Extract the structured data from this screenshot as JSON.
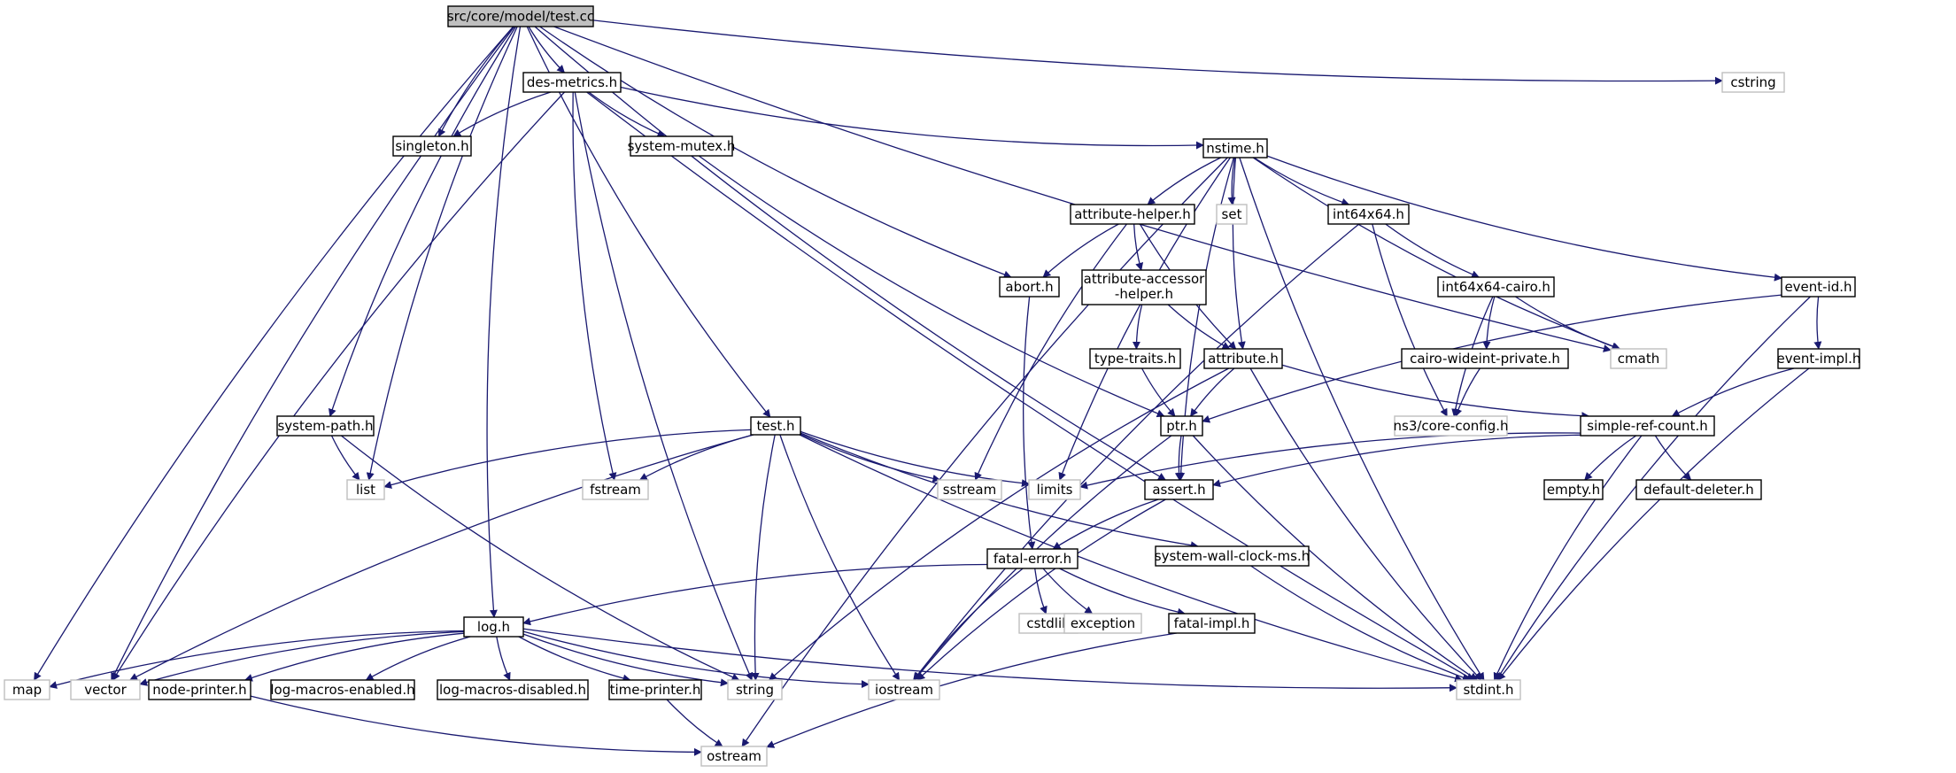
{
  "colors": {
    "edge": "#191970",
    "edge_arrow": "#191970",
    "node_border": "#000000",
    "system_node_border": "#bfbfbf",
    "root_fill": "#bfbfbf",
    "node_fill": "#ffffff",
    "text": "#000000"
  },
  "nodes": [
    {
      "id": "root",
      "label": "src/core/model/test.cc",
      "kind": "root"
    },
    {
      "id": "des-metrics",
      "label": "des-metrics.h",
      "kind": "local"
    },
    {
      "id": "singleton",
      "label": "singleton.h",
      "kind": "local"
    },
    {
      "id": "system-mutex",
      "label": "system-mutex.h",
      "kind": "local"
    },
    {
      "id": "nstime",
      "label": "nstime.h",
      "kind": "local"
    },
    {
      "id": "attribute-helper",
      "label": "attribute-helper.h",
      "kind": "local"
    },
    {
      "id": "set",
      "label": "set",
      "kind": "system"
    },
    {
      "id": "int64x64",
      "label": "int64x64.h",
      "kind": "local"
    },
    {
      "id": "event-id",
      "label": "event-id.h",
      "kind": "local"
    },
    {
      "id": "abort",
      "label": "abort.h",
      "kind": "local"
    },
    {
      "id": "attribute-accessor",
      "label": "attribute-accessor\n-helper.h",
      "kind": "local"
    },
    {
      "id": "int64x64-cairo",
      "label": "int64x64-cairo.h",
      "kind": "local"
    },
    {
      "id": "cmath",
      "label": "cmath",
      "kind": "system"
    },
    {
      "id": "type-traits",
      "label": "type-traits.h",
      "kind": "local"
    },
    {
      "id": "attribute",
      "label": "attribute.h",
      "kind": "local"
    },
    {
      "id": "cairo-wideint",
      "label": "cairo-wideint-private.h",
      "kind": "local"
    },
    {
      "id": "event-impl",
      "label": "event-impl.h",
      "kind": "local"
    },
    {
      "id": "system-path",
      "label": "system-path.h",
      "kind": "local"
    },
    {
      "id": "test-h",
      "label": "test.h",
      "kind": "local"
    },
    {
      "id": "ptr",
      "label": "ptr.h",
      "kind": "local"
    },
    {
      "id": "core-config",
      "label": "ns3/core-config.h",
      "kind": "system"
    },
    {
      "id": "simple-ref-count",
      "label": "simple-ref-count.h",
      "kind": "local"
    },
    {
      "id": "list",
      "label": "list",
      "kind": "system"
    },
    {
      "id": "fstream",
      "label": "fstream",
      "kind": "system"
    },
    {
      "id": "sstream",
      "label": "sstream",
      "kind": "system"
    },
    {
      "id": "limits",
      "label": "limits",
      "kind": "system"
    },
    {
      "id": "assert",
      "label": "assert.h",
      "kind": "local"
    },
    {
      "id": "empty",
      "label": "empty.h",
      "kind": "local"
    },
    {
      "id": "default-deleter",
      "label": "default-deleter.h",
      "kind": "local"
    },
    {
      "id": "fatal-error",
      "label": "fatal-error.h",
      "kind": "local"
    },
    {
      "id": "system-wall-clock",
      "label": "system-wall-clock-ms.h",
      "kind": "local"
    },
    {
      "id": "log",
      "label": "log.h",
      "kind": "local"
    },
    {
      "id": "cstdlib",
      "label": "cstdlib",
      "kind": "system"
    },
    {
      "id": "exception",
      "label": "exception",
      "kind": "system"
    },
    {
      "id": "fatal-impl",
      "label": "fatal-impl.h",
      "kind": "local"
    },
    {
      "id": "map",
      "label": "map",
      "kind": "system"
    },
    {
      "id": "vector",
      "label": "vector",
      "kind": "system"
    },
    {
      "id": "node-printer",
      "label": "node-printer.h",
      "kind": "local"
    },
    {
      "id": "log-macros-enabled",
      "label": "log-macros-enabled.h",
      "kind": "local"
    },
    {
      "id": "log-macros-disabled",
      "label": "log-macros-disabled.h",
      "kind": "local"
    },
    {
      "id": "time-printer",
      "label": "time-printer.h",
      "kind": "local"
    },
    {
      "id": "string",
      "label": "string",
      "kind": "system"
    },
    {
      "id": "iostream",
      "label": "iostream",
      "kind": "system"
    },
    {
      "id": "stdint",
      "label": "stdint.h",
      "kind": "system"
    },
    {
      "id": "ostream",
      "label": "ostream",
      "kind": "system"
    },
    {
      "id": "cstring",
      "label": "cstring",
      "kind": "system"
    }
  ],
  "edges": [
    [
      "root",
      "des-metrics"
    ],
    [
      "root",
      "singleton"
    ],
    [
      "root",
      "map"
    ],
    [
      "root",
      "vector"
    ],
    [
      "root",
      "list"
    ],
    [
      "root",
      "system-path"
    ],
    [
      "root",
      "log"
    ],
    [
      "root",
      "test-h"
    ],
    [
      "root",
      "assert"
    ],
    [
      "root",
      "abort"
    ],
    [
      "root",
      "cmath"
    ],
    [
      "root",
      "cstring"
    ],
    [
      "des-metrics",
      "singleton"
    ],
    [
      "des-metrics",
      "system-mutex"
    ],
    [
      "des-metrics",
      "nstime"
    ],
    [
      "des-metrics",
      "stdint"
    ],
    [
      "des-metrics",
      "vector"
    ],
    [
      "des-metrics",
      "fstream"
    ],
    [
      "des-metrics",
      "string"
    ],
    [
      "system-mutex",
      "ptr"
    ],
    [
      "nstime",
      "attribute-helper"
    ],
    [
      "nstime",
      "set"
    ],
    [
      "nstime",
      "int64x64"
    ],
    [
      "nstime",
      "event-id"
    ],
    [
      "nstime",
      "attribute"
    ],
    [
      "nstime",
      "cmath"
    ],
    [
      "nstime",
      "stdint"
    ],
    [
      "nstime",
      "limits"
    ],
    [
      "nstime",
      "ostream"
    ],
    [
      "nstime",
      "assert"
    ],
    [
      "attribute-helper",
      "abort"
    ],
    [
      "attribute-helper",
      "attribute-accessor"
    ],
    [
      "attribute-helper",
      "attribute"
    ],
    [
      "attribute-helper",
      "sstream"
    ],
    [
      "int64x64",
      "int64x64-cairo"
    ],
    [
      "int64x64",
      "core-config"
    ],
    [
      "int64x64",
      "iostream"
    ],
    [
      "int64x64-cairo",
      "cairo-wideint"
    ],
    [
      "int64x64-cairo",
      "cmath"
    ],
    [
      "int64x64-cairo",
      "core-config"
    ],
    [
      "cairo-wideint",
      "core-config"
    ],
    [
      "event-id",
      "event-impl"
    ],
    [
      "event-id",
      "ptr"
    ],
    [
      "event-id",
      "stdint"
    ],
    [
      "event-impl",
      "simple-ref-count"
    ],
    [
      "event-impl",
      "stdint"
    ],
    [
      "abort",
      "fatal-error"
    ],
    [
      "attribute-accessor",
      "type-traits"
    ],
    [
      "attribute-accessor",
      "attribute"
    ],
    [
      "type-traits",
      "ptr"
    ],
    [
      "attribute",
      "ptr"
    ],
    [
      "attribute",
      "simple-ref-count"
    ],
    [
      "attribute",
      "string"
    ],
    [
      "attribute",
      "stdint"
    ],
    [
      "system-path",
      "list"
    ],
    [
      "system-path",
      "string"
    ],
    [
      "test-h",
      "list"
    ],
    [
      "test-h",
      "fstream"
    ],
    [
      "test-h",
      "sstream"
    ],
    [
      "test-h",
      "limits"
    ],
    [
      "test-h",
      "system-wall-clock"
    ],
    [
      "test-h",
      "vector"
    ],
    [
      "test-h",
      "string"
    ],
    [
      "test-h",
      "iostream"
    ],
    [
      "test-h",
      "stdint"
    ],
    [
      "ptr",
      "assert"
    ],
    [
      "ptr",
      "iostream"
    ],
    [
      "ptr",
      "stdint"
    ],
    [
      "simple-ref-count",
      "empty"
    ],
    [
      "simple-ref-count",
      "default-deleter"
    ],
    [
      "simple-ref-count",
      "assert"
    ],
    [
      "simple-ref-count",
      "limits"
    ],
    [
      "simple-ref-count",
      "stdint"
    ],
    [
      "assert",
      "fatal-error"
    ],
    [
      "assert",
      "iostream"
    ],
    [
      "fatal-error",
      "log"
    ],
    [
      "fatal-error",
      "cstdlib"
    ],
    [
      "fatal-error",
      "exception"
    ],
    [
      "fatal-error",
      "fatal-impl"
    ],
    [
      "fatal-error",
      "iostream"
    ],
    [
      "fatal-impl",
      "ostream"
    ],
    [
      "system-wall-clock",
      "stdint"
    ],
    [
      "log",
      "map"
    ],
    [
      "log",
      "vector"
    ],
    [
      "log",
      "node-printer"
    ],
    [
      "log",
      "log-macros-enabled"
    ],
    [
      "log",
      "log-macros-disabled"
    ],
    [
      "log",
      "time-printer"
    ],
    [
      "log",
      "string"
    ],
    [
      "log",
      "iostream"
    ],
    [
      "log",
      "stdint"
    ],
    [
      "node-printer",
      "ostream"
    ],
    [
      "time-printer",
      "ostream"
    ]
  ]
}
